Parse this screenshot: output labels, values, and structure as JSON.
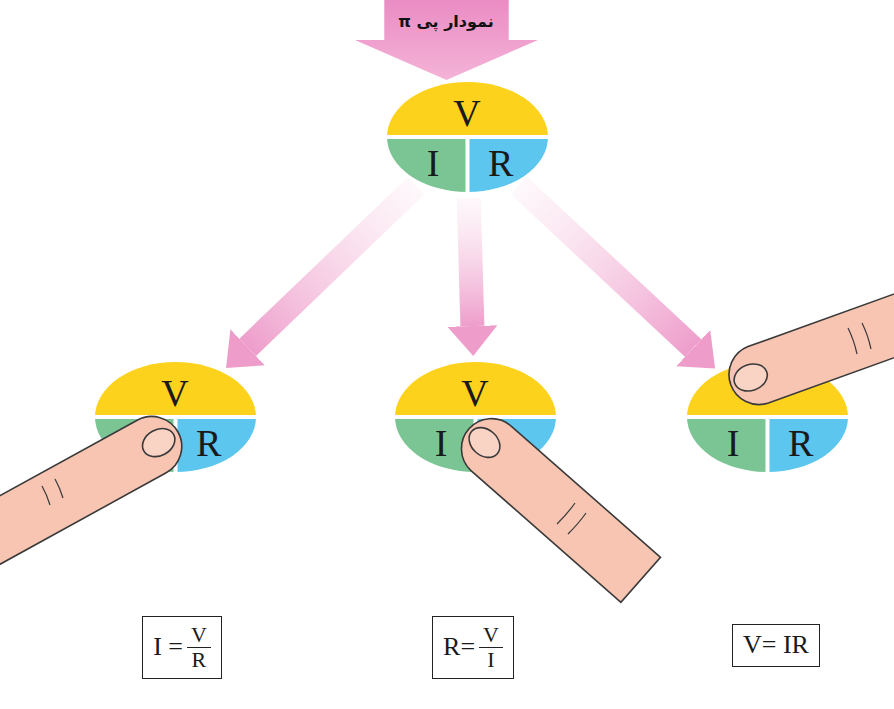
{
  "diagram": {
    "nodes": [
      {
        "text": [
          "نمودار پی π"
        ]
      },
      {
        "text": [
          "V",
          "I",
          "R"
        ]
      },
      {
        "text": [
          "V",
          "R"
        ]
      },
      {
        "text": [
          "V",
          "I"
        ]
      },
      {
        "text": [
          "I",
          "R"
        ]
      },
      {
        "text": [
          "I =",
          "V",
          "R"
        ]
      },
      {
        "text": [
          "R=",
          "V",
          "I"
        ]
      },
      {
        "text": [
          "V= IR"
        ]
      }
    ],
    "edges": [
      {
        "from": 1,
        "to": 2,
        "arrow": "to"
      },
      {
        "from": 1,
        "to": 3,
        "arrow": "to"
      },
      {
        "from": 1,
        "to": 4,
        "arrow": "to"
      }
    ]
  }
}
